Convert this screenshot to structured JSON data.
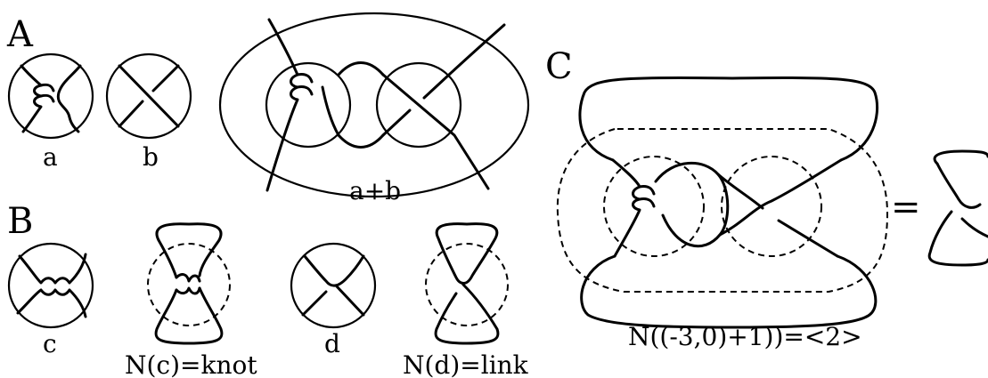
{
  "panels": {
    "A": {
      "heading": "A",
      "labels": {
        "a": "a",
        "b": "b",
        "sum": "a+b"
      }
    },
    "B": {
      "heading": "B",
      "labels": {
        "c": "c",
        "nc": "N(c)=knot",
        "d": "d",
        "nd": "N(d)=link"
      }
    },
    "C": {
      "heading": "C",
      "equals": "=",
      "caption": "N((-3,0)+1))=<2>"
    }
  }
}
